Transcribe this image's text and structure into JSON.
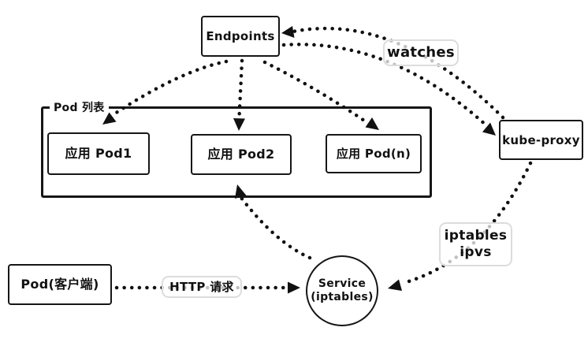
{
  "diagram": {
    "colors": {
      "background": "#ffffff",
      "stroke": "#161616",
      "dot": "#111111",
      "ghost_label_border": "#dcdcdc"
    },
    "nodes": {
      "endpoints": {
        "label": "Endpoints"
      },
      "pod_list": {
        "label": "Pod 列表"
      },
      "pod1": {
        "label": "应用 Pod1"
      },
      "pod2": {
        "label": "应用 Pod2"
      },
      "pod_n": {
        "label": "应用 Pod(n)"
      },
      "kube_proxy": {
        "label": "kube-proxy"
      },
      "pod_client": {
        "label": "Pod(客户端)"
      },
      "service": {
        "label_line1": "Service",
        "label_line2": "(iptables)"
      }
    },
    "edge_labels": {
      "watches": "watches",
      "http_request": "HTTP 请求",
      "iptables_line1": "iptables",
      "iptables_line2": "ipvs"
    },
    "edges": [
      {
        "from": "kube-proxy",
        "to": "Endpoints",
        "label": "watches"
      },
      {
        "from": "Endpoints",
        "to": "kube-proxy",
        "label": "watches"
      },
      {
        "from": "Endpoints",
        "to": "应用 Pod1",
        "label": ""
      },
      {
        "from": "Endpoints",
        "to": "应用 Pod2",
        "label": ""
      },
      {
        "from": "Endpoints",
        "to": "应用 Pod(n)",
        "label": ""
      },
      {
        "from": "kube-proxy",
        "to": "Service (iptables)",
        "label": "iptables ipvs"
      },
      {
        "from": "Pod(客户端)",
        "to": "Service (iptables)",
        "label": "HTTP 请求"
      },
      {
        "from": "Service (iptables)",
        "to": "应用 Pod2",
        "label": ""
      }
    ]
  }
}
